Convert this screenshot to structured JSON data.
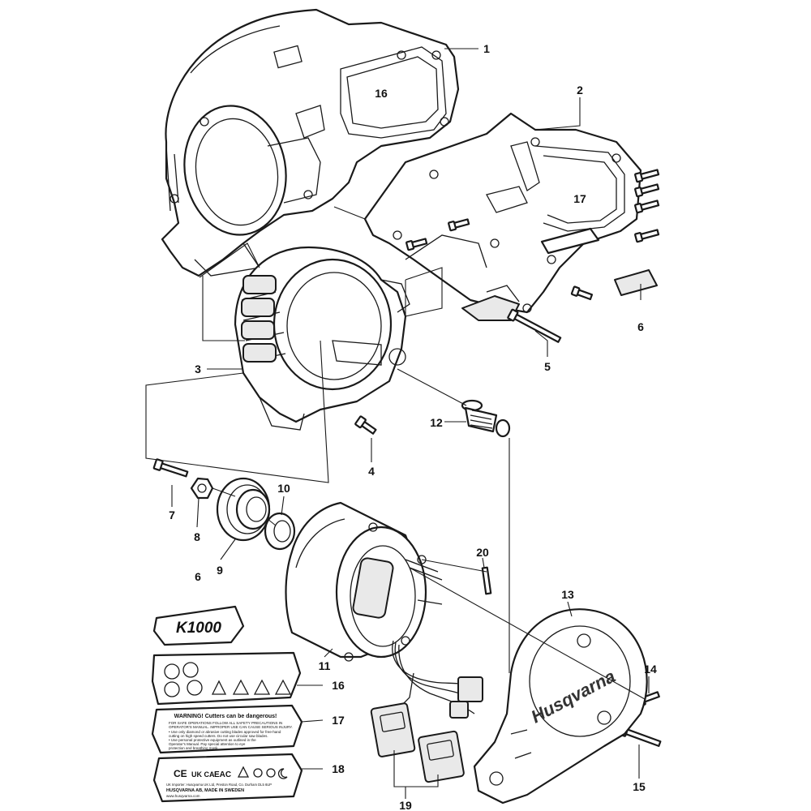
{
  "callouts": {
    "c1": "1",
    "c2": "2",
    "c3": "3",
    "c4": "4",
    "c5": "5",
    "c6a": "6",
    "c6b": "6",
    "c7": "7",
    "c8": "8",
    "c9": "9",
    "c10": "10",
    "c11": "11",
    "c12": "12",
    "c13": "13",
    "c14": "14",
    "c15": "15",
    "c16a": "16",
    "c16b": "16",
    "c17a": "17",
    "c17b": "17",
    "c18": "18",
    "c19": "19",
    "c20": "20"
  },
  "model_decal": {
    "text": "K1000"
  },
  "cover_brand": {
    "text": "Husqvarna"
  },
  "safety_decal": {
    "headline": "WARNING! Cutters can be dangerous!",
    "lines": [
      "FOR SAFE OPERATIONS FOLLOW ALL SAFETY PRECAUTIONS IN",
      "OPERATOR'S MANUAL. IMPROPER USE CAN CAUSE SERIOUS INJURY.",
      "• Use only diamond or abrasive cutting blades approved for free-hand",
      "  cutting on high speed cutters. Do not use circular saw blades.",
      "• Use personal protective equipment as outlined in the",
      "  Operator's Manual. Pay special attention to eye",
      "  protection and breathing mask."
    ]
  },
  "cert_decal": {
    "marks": [
      "CE",
      "UK CA",
      "EAC"
    ],
    "importer": "UK Importer: Husqvarna UK Ltd, Preston Road, Co. Durham DL5 6UP",
    "made_in": "HUSQVARNA AB, MADE IN SWEDEN",
    "website": "www.husqvarna.com"
  }
}
